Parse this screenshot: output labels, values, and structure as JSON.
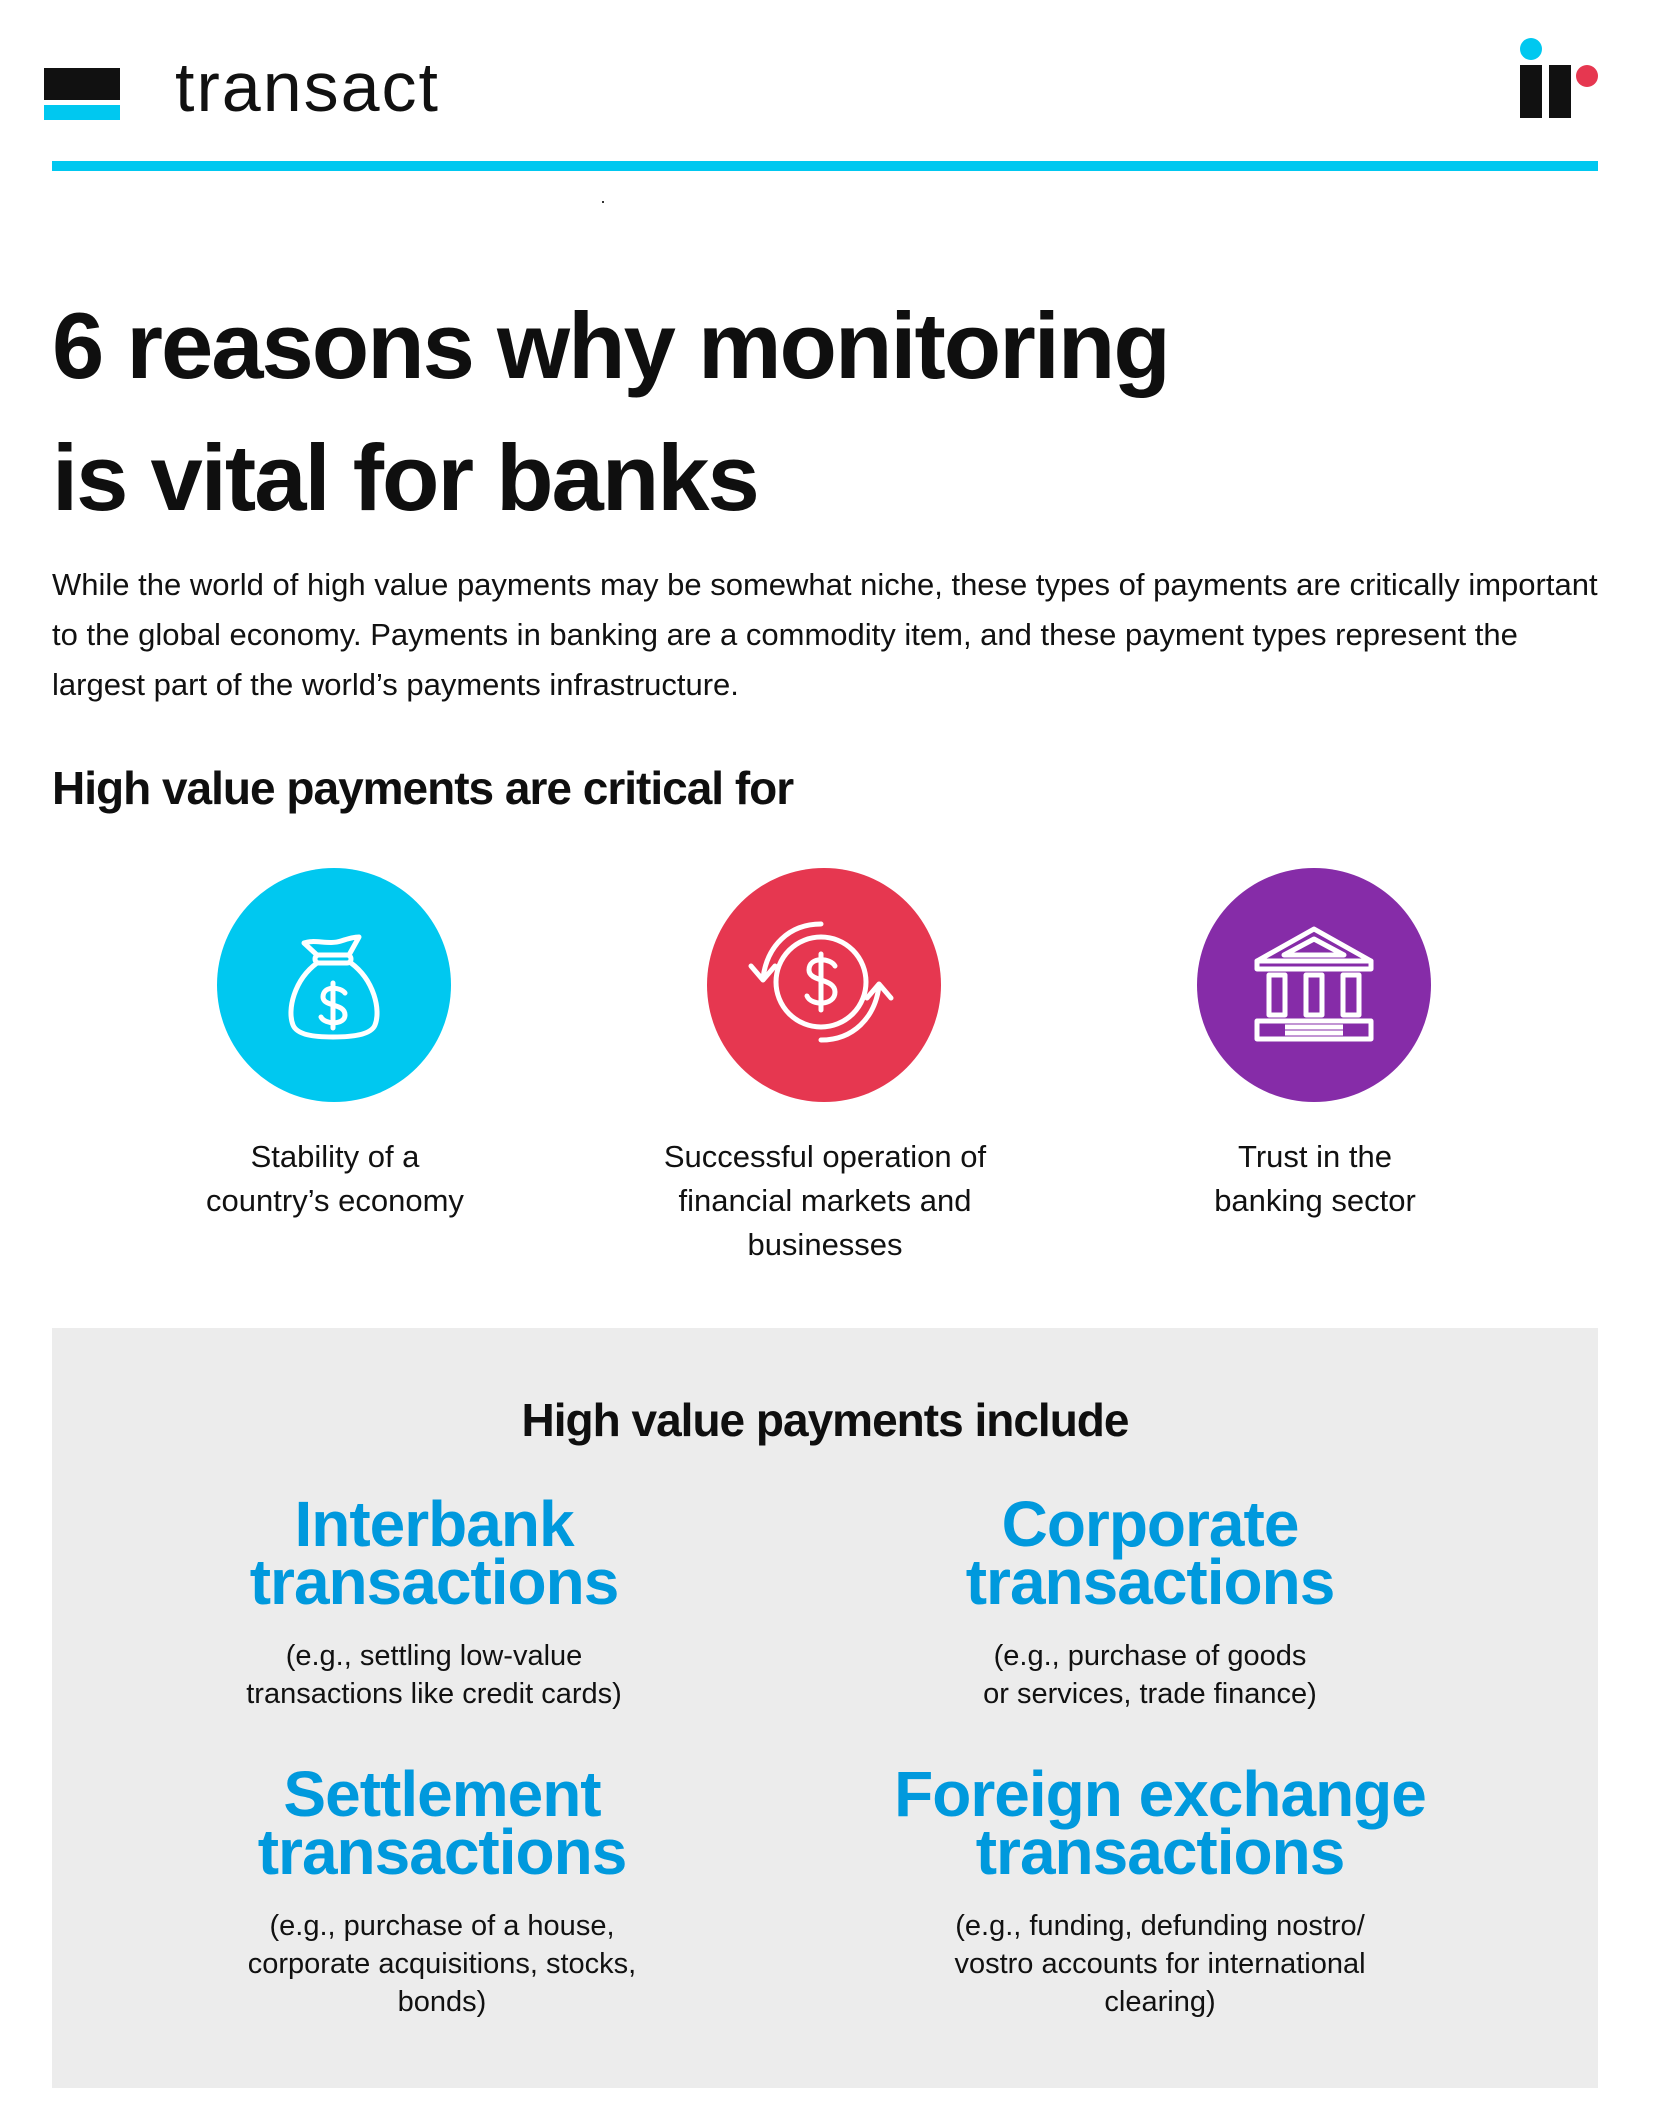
{
  "header": {
    "brand": "transact",
    "colors": {
      "cyan": "#00c8f0",
      "black": "#111111",
      "red": "#e63750",
      "purple": "#862ca8",
      "blue_text": "#0099dd",
      "panel_bg": "#ececec"
    }
  },
  "title": {
    "line1": "6 reasons why monitoring",
    "line2": "is vital for banks"
  },
  "intro": "While the world of high value payments may be somewhat niche, these types of payments are critically important to the global economy. Payments in banking are a commodity item, and these payment types represent the largest part of the world’s payments infrastructure.",
  "critical": {
    "heading": "High value payments are critical for",
    "items": [
      {
        "icon": "money-bag-icon",
        "line1": "Stability of a",
        "line2": "country’s economy",
        "line3": ""
      },
      {
        "icon": "currency-exchange-icon",
        "line1": "Successful operation of",
        "line2": "financial markets and",
        "line3": "businesses"
      },
      {
        "icon": "bank-building-icon",
        "line1": "Trust in the",
        "line2": "banking sector",
        "line3": ""
      }
    ]
  },
  "includes": {
    "heading": "High value payments include",
    "items": [
      {
        "name1": "Interbank",
        "name2": "transactions",
        "desc1": "(e.g., settling low-value",
        "desc2": "transactions like credit cards)",
        "desc3": ""
      },
      {
        "name1": "Corporate",
        "name2": "transactions",
        "desc1": "(e.g., purchase of goods",
        "desc2": "or services, trade finance)",
        "desc3": ""
      },
      {
        "name1": "Settlement",
        "name2": "transactions",
        "desc1": "(e.g., purchase of a house,",
        "desc2": "corporate acquisitions, stocks,",
        "desc3": "bonds)"
      },
      {
        "name1": "Foreign exchange",
        "name2": "transactions",
        "desc1": "(e.g., funding, defunding nostro/",
        "desc2": "vostro accounts for international",
        "desc3": "clearing)"
      }
    ]
  }
}
